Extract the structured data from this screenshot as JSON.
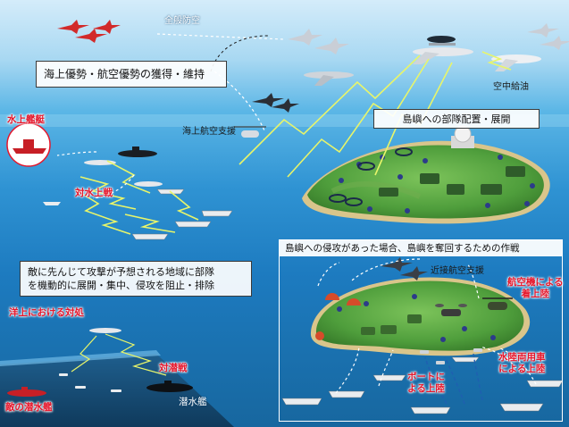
{
  "labels": {
    "air_defense": "全般防空",
    "sea_air_superiority": "海上優勢・航空優勢の獲得・維持",
    "surface_ship": "水上艦艇",
    "maritime_air_support": "海上航空支援",
    "anti_surface_warfare": "対水上戦",
    "aerial_refueling": "空中給油",
    "island_deployment": "島嶼への部隊配置・展開",
    "preemptive_line1": "敵に先んじて攻撃が予想される地域に部隊",
    "preemptive_line2": "を機動的に展開・集中、侵攻を阻止・排除",
    "ocean_response": "洋上における対処",
    "anti_submarine": "対潜戦",
    "submarine": "潜水艦",
    "enemy_submarine": "敵の潜水艦",
    "recapture_title": "島嶼への侵攻があった場合、島嶼を奪回するための作戦",
    "close_air_support": "近接航空支援",
    "aircraft_landing_line1": "航空機による",
    "aircraft_landing_line2": "着上陸",
    "boat_landing_line1": "ボートに",
    "boat_landing_line2": "よる上陸",
    "amphibious_line1": "水陸両用車",
    "amphibious_line2": "による上陸"
  },
  "colors": {
    "sea_light": "#5bb6e6",
    "sea_deep": "#17679f",
    "island_green": "#4f9e3c",
    "accent_red": "#e5162b",
    "link_yellow": "#e8f56a"
  }
}
